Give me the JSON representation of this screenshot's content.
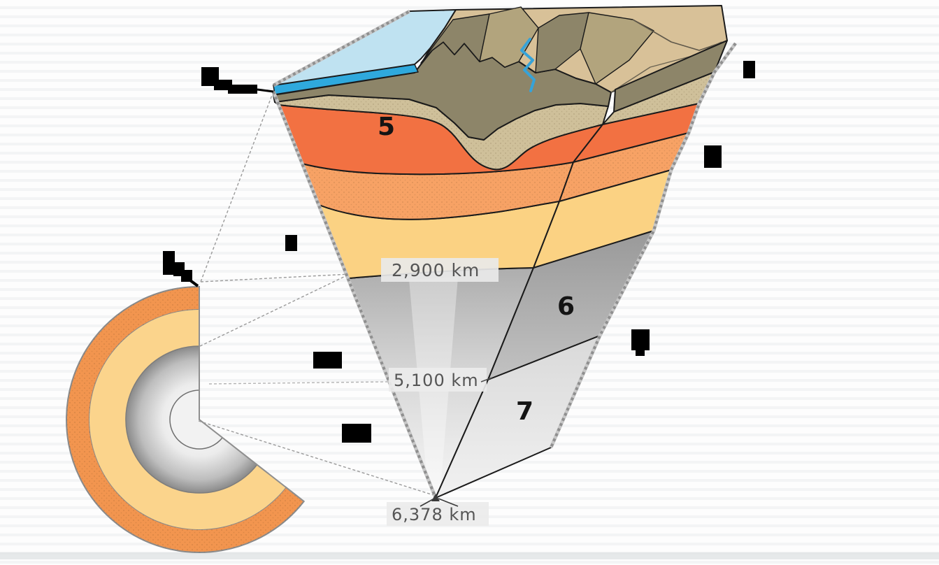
{
  "diagram": {
    "subject": "earth-interior-cross-section-wedge",
    "layer_numbers": {
      "upper_mantle": "5",
      "outer_core": "6",
      "inner_core": "7"
    },
    "depth_labels": {
      "core_mantle_boundary": "2,900 km",
      "outer_inner_core_boundary": "5,100 km",
      "earth_center": "6,378 km"
    },
    "redacted_label_positions": [
      "top-left-of-crust",
      "top-right-corner",
      "right-upper-face",
      "left-of-small-earth",
      "left-of-wedge-mantle",
      "left-mid-outer-core",
      "left-lower-inner-core",
      "right-lower-face"
    ]
  },
  "colors": {
    "ocean_surface": "#bfe2f1",
    "ocean_front": "#2fa9dd",
    "river": "#36a3d9",
    "terrain_light": "#d8c198",
    "terrain_dark": "#8d8569",
    "terrain_mid": "#b2a47d",
    "crust_tan": "#cfc09a",
    "upper_mantle_orange": "#f27142",
    "mantle_light_orange": "#f7a265",
    "lower_mantle_yellow": "#fbd283",
    "outer_core_gray": "#a8a8a8",
    "inner_core_light": "#ececec",
    "small_earth_mantle": "#f2954f",
    "small_earth_yellow": "#fbd48c",
    "outline": "#1b1b1b",
    "hatch_gray": "#9e9e9e",
    "label_text": "#555555",
    "redaction": "#000000"
  }
}
